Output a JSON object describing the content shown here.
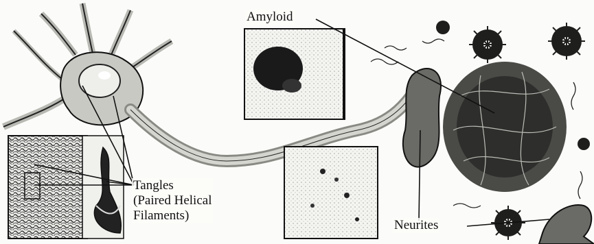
{
  "labels": {
    "amyloid": "Amyloid",
    "tangles_line1": "Tangles",
    "tangles_line2": "(Paired Helical",
    "tangles_line3": "Filaments)",
    "neurites": "Neurites"
  },
  "colors": {
    "ink": "#111111",
    "neuron_fill": "#c9c9c4",
    "neuron_shadow": "#8a8a85",
    "paper": "#fbfbf9",
    "plaque": "#3a3a38"
  }
}
